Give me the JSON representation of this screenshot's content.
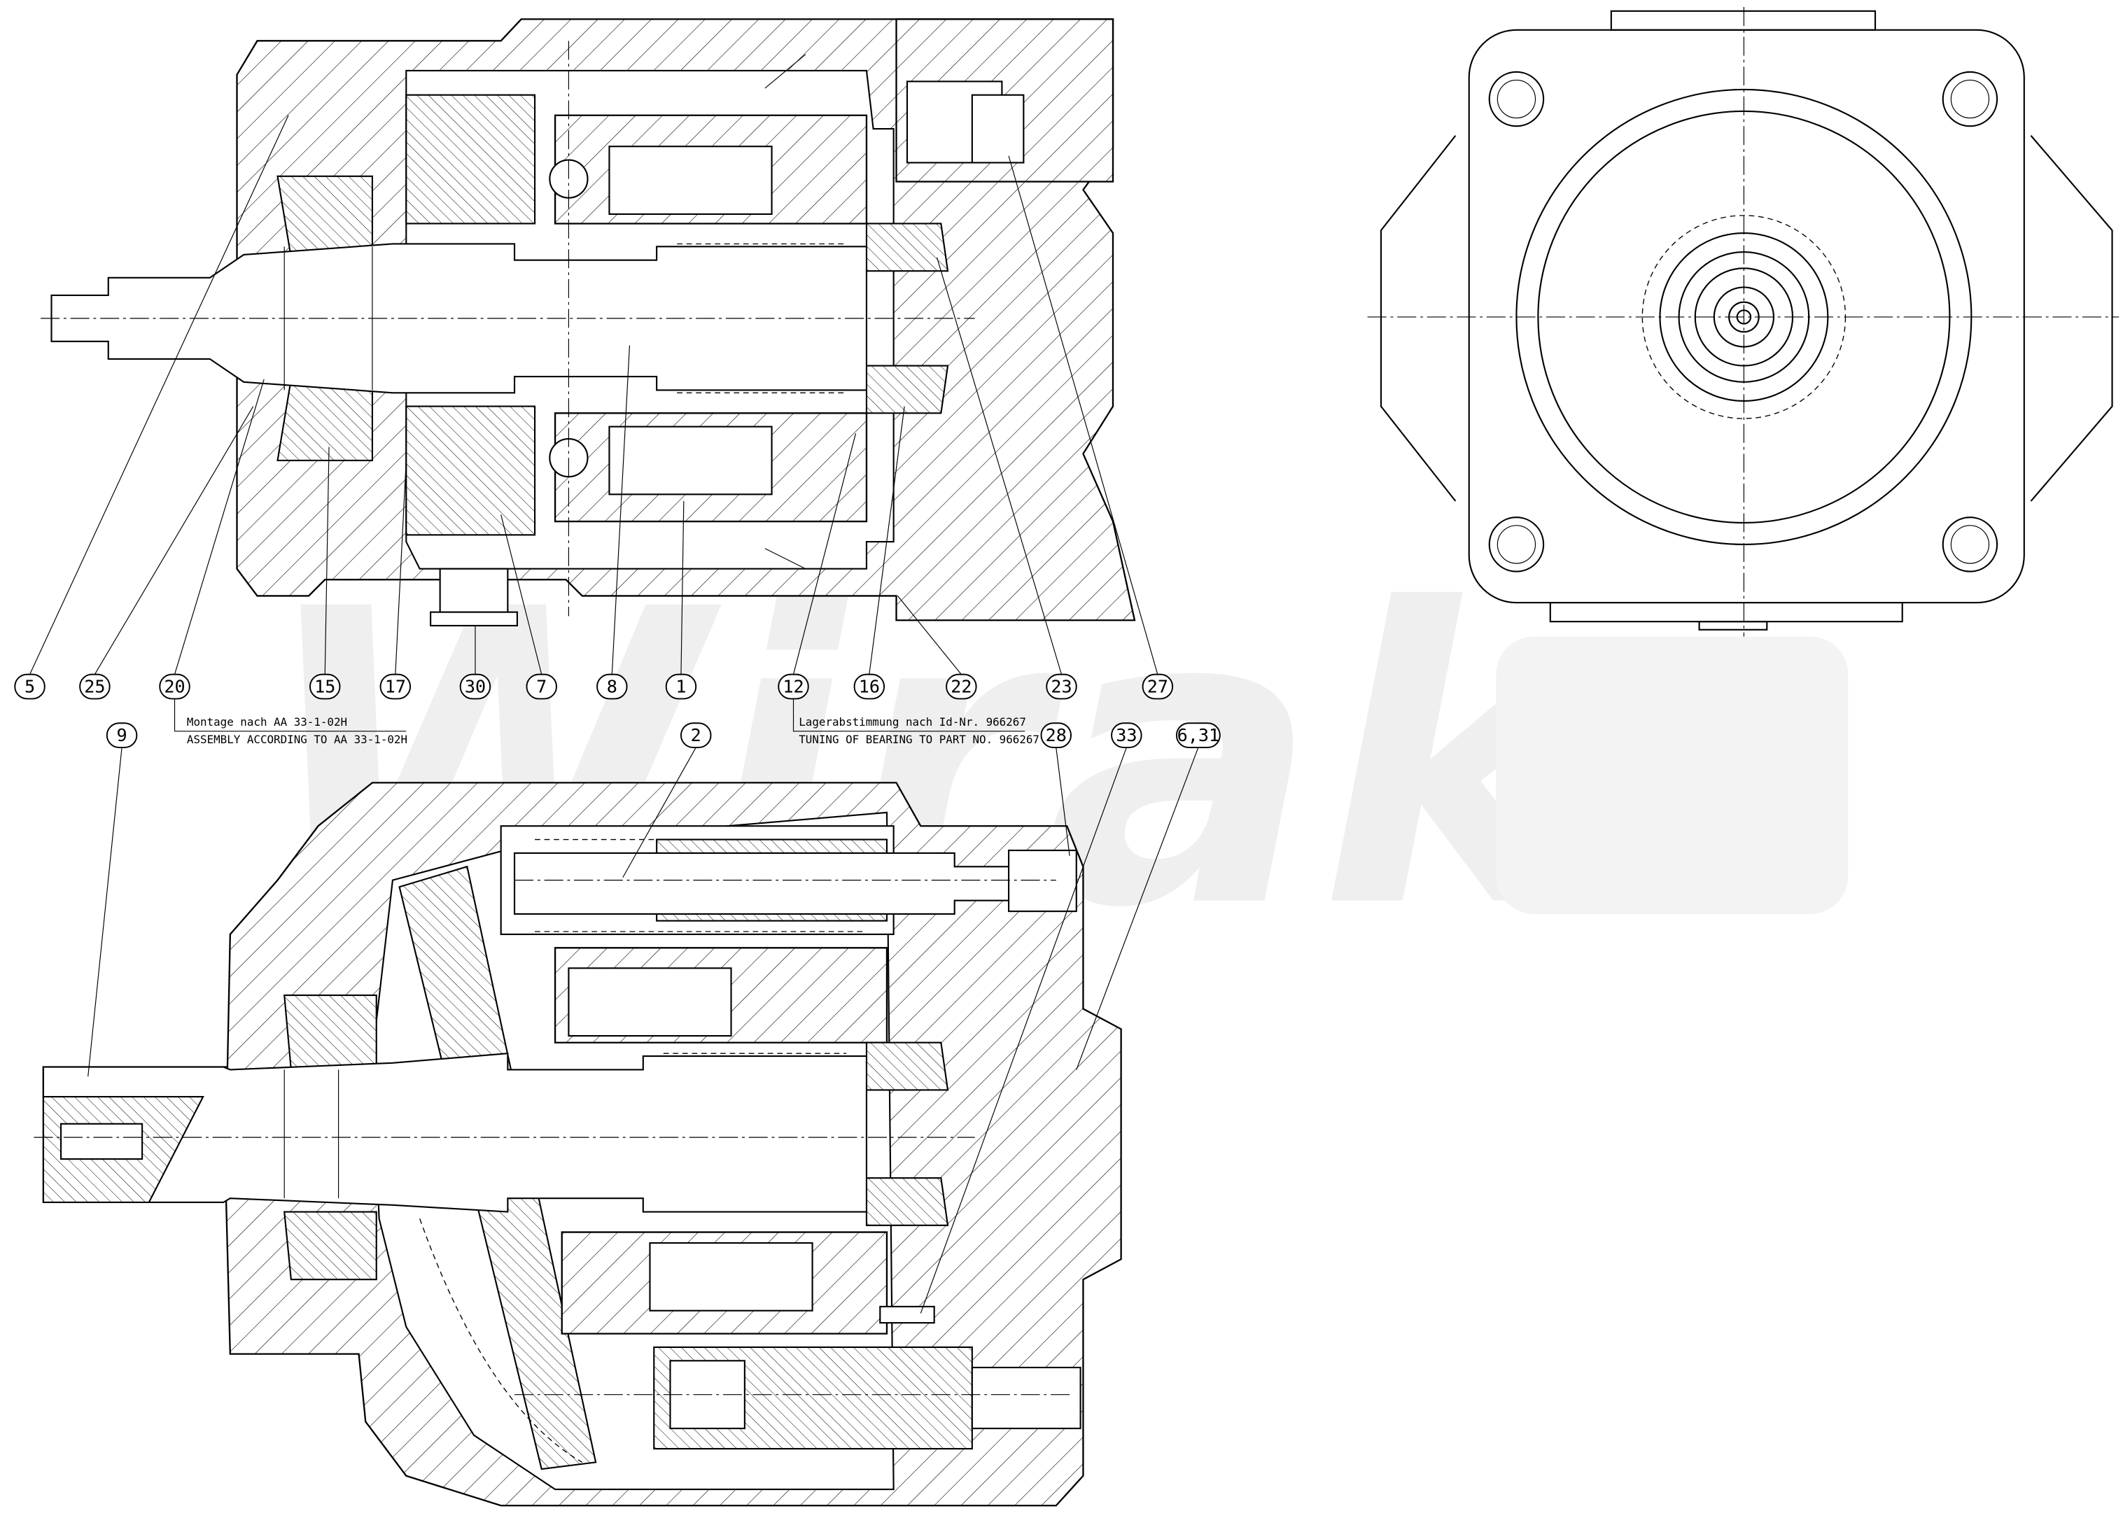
{
  "drawing": {
    "title": "Axial piston pump sectional assembly drawing",
    "watermark": "Wirako",
    "colors": {
      "line": "#000000",
      "background": "#ffffff",
      "watermark": "#efefef"
    }
  },
  "notes": {
    "assembly_de": "Montage nach AA 33-1-02H",
    "assembly_en": "ASSEMBLY ACCORDING TO AA 33-1-02H",
    "bearing_de": "Lagerabstimmung nach Id-Nr. 966267",
    "bearing_en": "TUNING OF BEARING TO PART NO. 966267"
  },
  "balloons_top": [
    "5",
    "25",
    "20",
    "15",
    "17",
    "30",
    "7",
    "8",
    "1",
    "12",
    "16",
    "22",
    "23",
    "27"
  ],
  "balloons_bottom": [
    "9",
    "2",
    "28",
    "33",
    "6,31"
  ]
}
